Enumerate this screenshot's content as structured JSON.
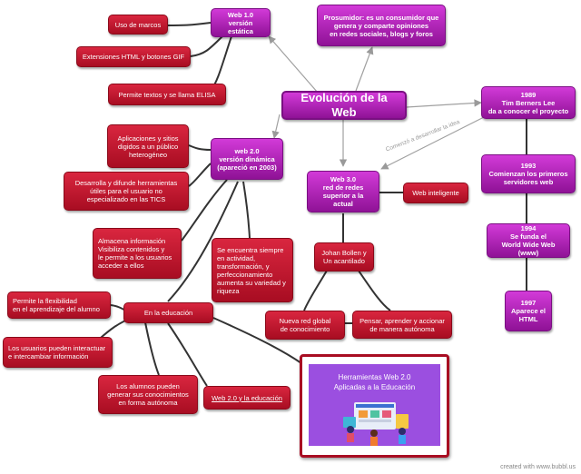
{
  "diagram": {
    "main": "Evolución de la Web",
    "web1": "Web 1.0\nversión estática",
    "marcos": "Uso de marcos",
    "extensiones": "Extensiones HTML y botones GIF",
    "elisa": "Permite textos y se llama ELISA",
    "prosumidor": "Prosumidor:  es un consumidor que\ngenera y comparte opiniones\nen redes sociales, blogs y foros",
    "web2": "web 2.0\nversión dinámica\n(apareció en 2003)",
    "aplicaciones": "Aplicaciones y sitios\ndigidos a un público\nheterogéneo",
    "desarrolla": "Desarrolla y difunde herramientas\nútiles para el usuario no\nespecializado en las TICS",
    "almacena": "Almacena información\nVisibiliza contenidos y\nle  permite a los usuarios\nacceder a ellos",
    "actividad": "Se encuentra siempre\nen actividad,\ntransformación, y\nperfeccionamiento\naumenta su variedad y\nriqueza",
    "educacion": "En la educación",
    "flexibilidad": "Permite la flexibilidad\nen el aprendizaje del alumno",
    "interactuar": "Los usuarios pueden interactuar\ne intercambiar información",
    "alumnos": "Los alumnos pueden\ngenerar sus conocimientos\nen forma autónoma",
    "web2edu": "Web 2.0 y la educación",
    "web3": "Web 3.0\nred de redes\nsuperior a la actual",
    "inteligente": "Web inteligente",
    "bollen": "Johan Bollen y\nUn acantilado",
    "redglobal": "Nueva red global\nde conocimiento",
    "pensar": "Pensar, aprender y accionar\nde manera autónoma",
    "y1989": "1989\nTim Berners Lee\nda a conocer el proyecto",
    "y1993": "1993\nComienzan los primeros\nservidores web",
    "y1994": "1994\nSe funda el\nWorld Wide Web (www)",
    "y1997": "1997\nAparece el\nHTML",
    "edge_label": "Comenzó a desarrollar la idea",
    "image_title": "Herramientas Web 2.0\nAplicadas a la Educación"
  },
  "footer": "created with www.bubbl.us",
  "colors": {
    "red": "#c0142c",
    "purple": "#b524bd",
    "connector": "#333333",
    "arrow": "#9a9a9a"
  }
}
